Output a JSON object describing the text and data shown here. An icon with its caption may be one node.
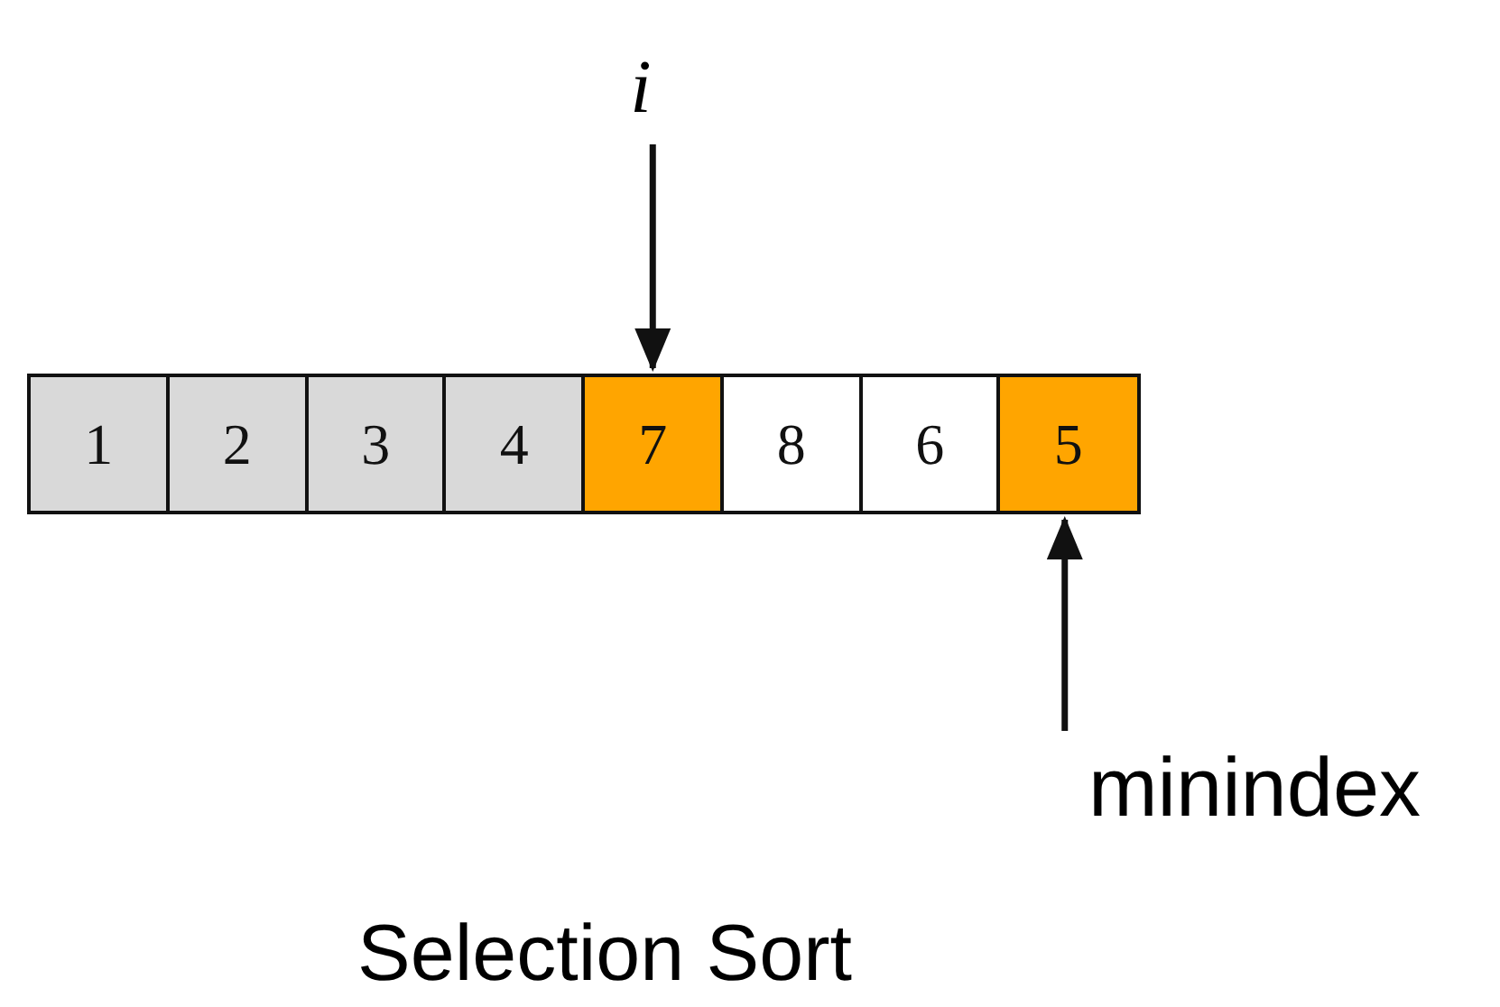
{
  "diagram": {
    "caption": "Selection Sort",
    "nodes": [
      {
        "text": [
          "i"
        ]
      },
      {
        "text": [
          "1"
        ]
      },
      {
        "text": [
          "2"
        ]
      },
      {
        "text": [
          "3"
        ]
      },
      {
        "text": [
          "4"
        ]
      },
      {
        "text": [
          "7"
        ]
      },
      {
        "text": [
          "8"
        ]
      },
      {
        "text": [
          "6"
        ]
      },
      {
        "text": [
          "5"
        ]
      },
      {
        "text": [
          "minindex"
        ]
      }
    ],
    "edges": [
      {
        "from": 0,
        "to": 5,
        "arrow": "to"
      },
      {
        "from": 9,
        "to": 8,
        "arrow": "to"
      }
    ]
  }
}
